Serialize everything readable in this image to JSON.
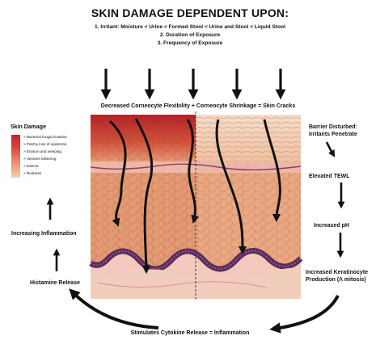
{
  "title": "SKIN DAMAGE DEPENDENT UPON:",
  "factors": [
    "1. Irritant: Moisture < Urine < Formed Stool < Urine and Stool < Liquid Stool",
    "2. Duration of Exposure",
    "3. Frequency of Exposure"
  ],
  "caption": "Decreased Corneocyte Flexibility + Corneocyte Shrinkage = Skin Cracks",
  "legend": {
    "title": "Skin Damage",
    "items": [
      "> Bacterial fungal invasion",
      "> Patchy loss of epidermis",
      "> Erosion and weeping",
      "> Vesicles blistering",
      "> Edema",
      "> Redness"
    ]
  },
  "left_cycle": {
    "inflammation": "Increasing Inflammation",
    "histamine": "Histamine Release"
  },
  "right_cycle": {
    "barrier": "Barrier Disturbed: Irritants Penetrate",
    "tewl": "Elevated TEWL",
    "ph": "Increased pH",
    "keratinocyte": "Increased Keratinocyte Production (Λ mitosis)"
  },
  "bottom": "Stimulates Cytokine Release = Inflammation",
  "colors": {
    "damaged_top": "#b8262b",
    "epidermis": "#e7a379",
    "healthy_top": "#f3d2b8",
    "basal": "#5a2c5a",
    "dermis": "#f3c9bd"
  }
}
